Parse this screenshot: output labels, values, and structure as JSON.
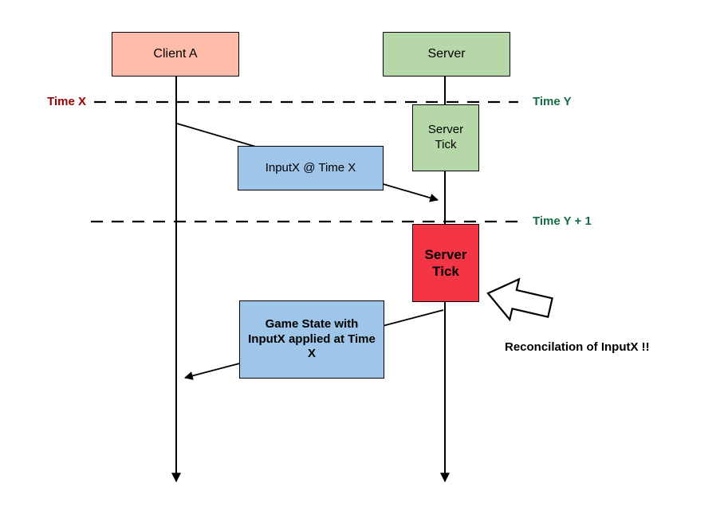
{
  "diagram": {
    "client_box": {
      "label": "Client A",
      "color": "#ffbcab"
    },
    "server_box": {
      "label": "Server",
      "color": "#b6d7a8"
    },
    "server_tick_green": {
      "label": "Server Tick",
      "color": "#b6d7a8"
    },
    "server_tick_red": {
      "label": "Server Tick",
      "color": "#f43545"
    },
    "input_message": {
      "label": "InputX @ Time X",
      "color": "#9fc5e8"
    },
    "game_state_message": {
      "label": "Game State with InputX applied at Time X",
      "color": "#9fc5e8"
    },
    "time_x_label": {
      "label": "Time X",
      "color": "#990000"
    },
    "time_y_label": {
      "label": "Time Y",
      "color": "#146c43"
    },
    "time_y_plus_1_label": {
      "label": "Time Y + 1",
      "color": "#146c43"
    },
    "annotation": {
      "label": "Reconcilation of InputX !!"
    }
  }
}
